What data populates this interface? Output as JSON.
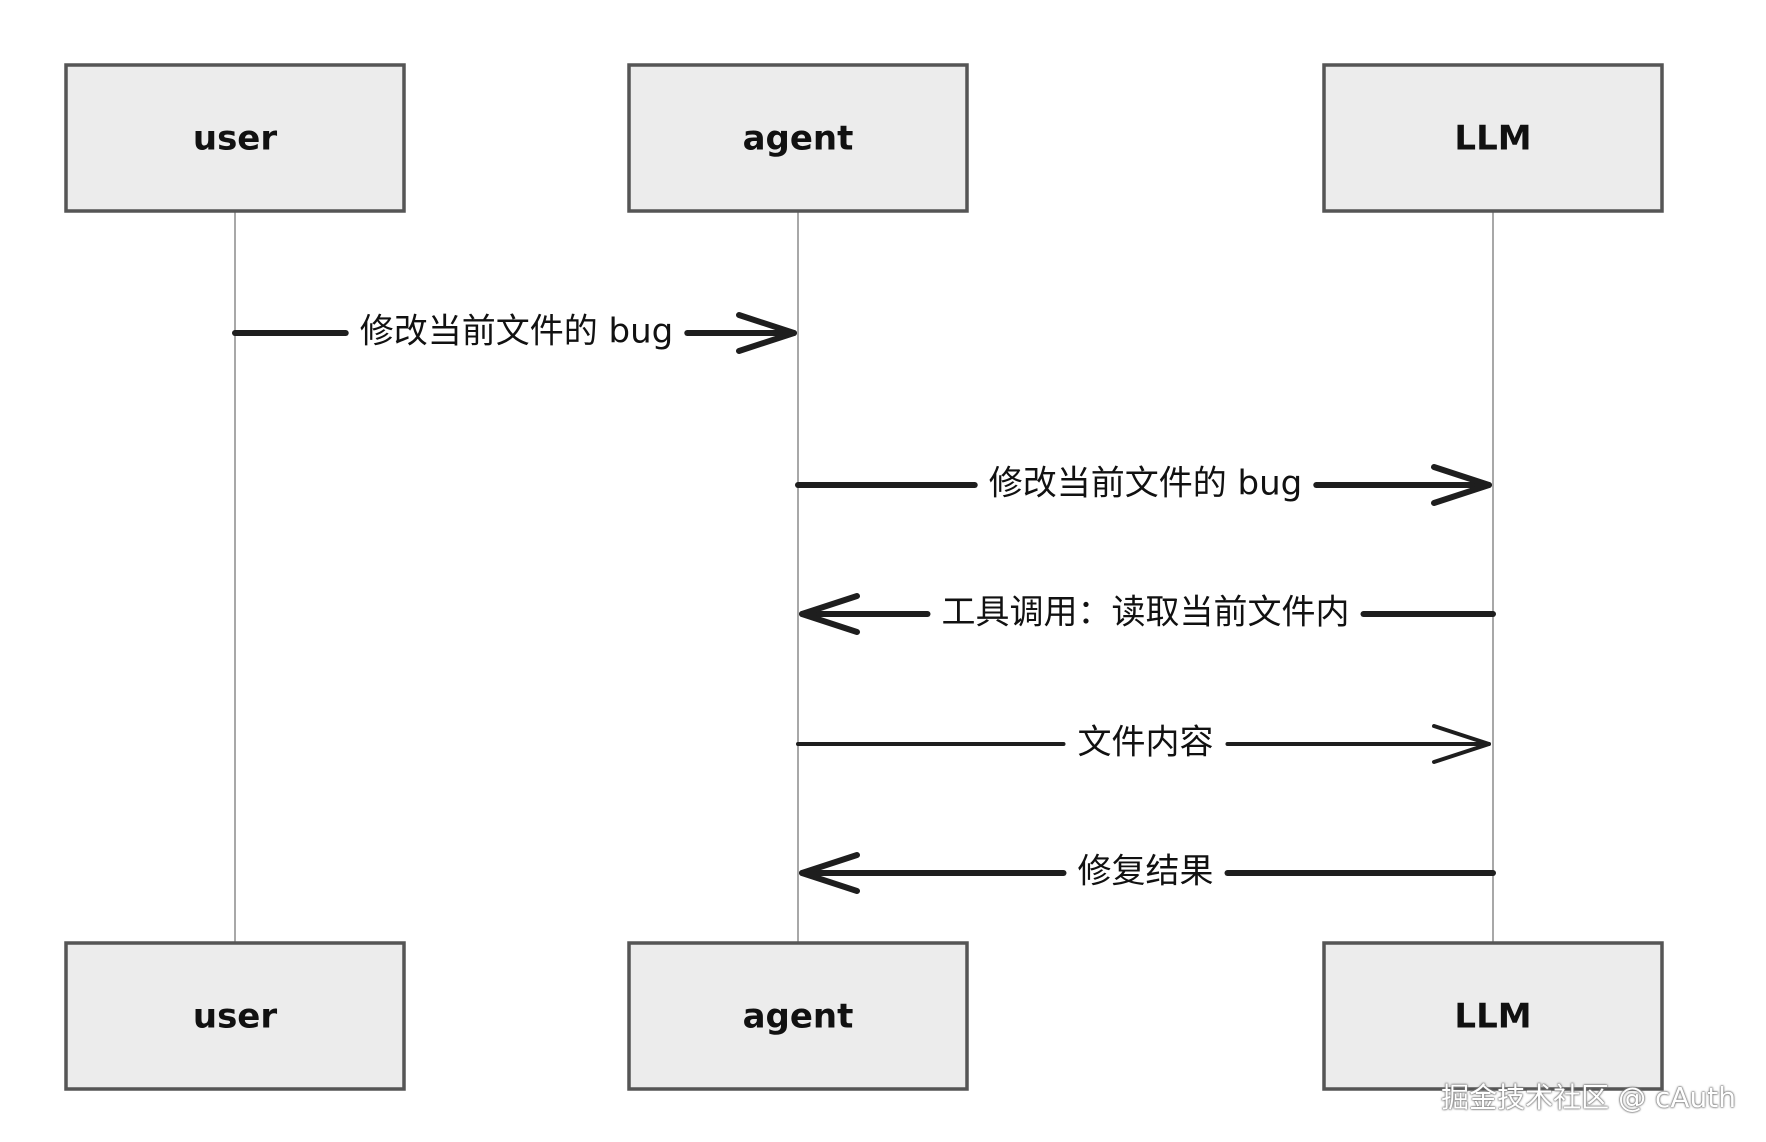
{
  "participants": [
    {
      "id": "user",
      "label": "user"
    },
    {
      "id": "agent",
      "label": "agent"
    },
    {
      "id": "llm",
      "label": "LLM"
    }
  ],
  "messages": [
    {
      "from": "user",
      "to": "agent",
      "label": "修改当前文件的 bug",
      "weight": "bold"
    },
    {
      "from": "agent",
      "to": "llm",
      "label": "修改当前文件的 bug",
      "weight": "bold"
    },
    {
      "from": "llm",
      "to": "agent",
      "label": "工具调用：读取当前文件内",
      "weight": "bold"
    },
    {
      "from": "agent",
      "to": "llm",
      "label": "文件内容",
      "weight": "normal"
    },
    {
      "from": "llm",
      "to": "agent",
      "label": "修复结果",
      "weight": "bold"
    }
  ],
  "watermark": "掘金技术社区 @ cAuth"
}
